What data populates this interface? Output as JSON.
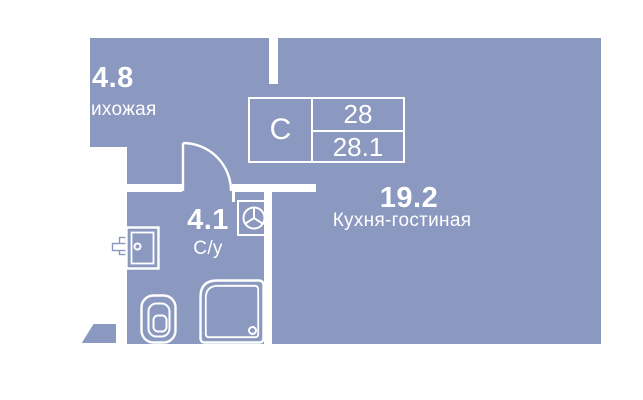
{
  "plan": {
    "colors": {
      "floor_fill": "#8B98BF",
      "line_and_text": "#FFFFFF",
      "page_background": "#FFFFFF"
    },
    "unit_card": {
      "type_label": "С",
      "top_value": "28",
      "bottom_value": "28.1"
    },
    "rooms": [
      {
        "id": "hallway",
        "area": "4.8",
        "name": "ихожая"
      },
      {
        "id": "bathroom",
        "area": "4.1",
        "name": "С/у"
      },
      {
        "id": "kitchen_living",
        "area": "19.2",
        "name": "Кухня-гостиная"
      }
    ],
    "fixtures": [
      "door-swing-icon",
      "sink-icon",
      "washing-machine-icon",
      "toilet-icon",
      "shower-tray-icon",
      "wall-wedge-icon"
    ]
  }
}
